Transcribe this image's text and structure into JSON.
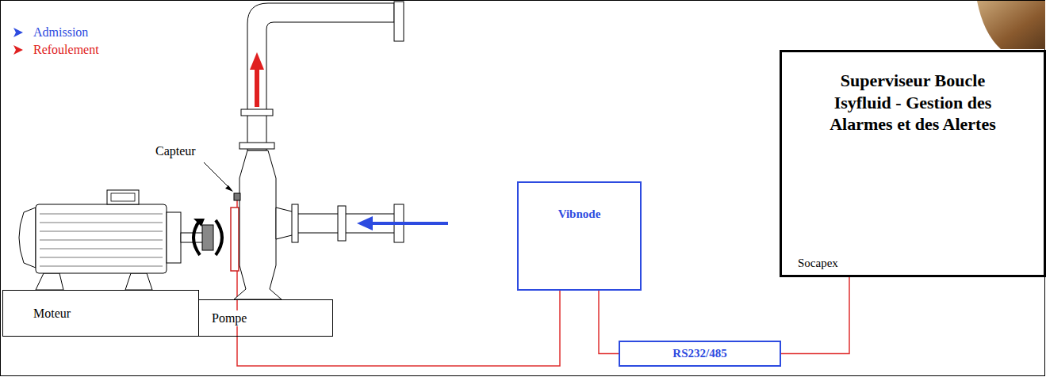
{
  "diagram": {
    "nodes": [
      {
        "text": [
          "Moteur"
        ]
      },
      {
        "text": [
          "Pompe"
        ]
      },
      {
        "text": [
          "Vibnode"
        ]
      },
      {
        "text": [
          "RS232/485"
        ]
      },
      {
        "text": [
          "Superviseur Boucle Isyfluid - Gestion des Alarmes et des Alertes",
          "Socapex"
        ]
      }
    ],
    "edges": [
      {
        "from": 2,
        "to": 3,
        "arrow": "none"
      },
      {
        "from": 3,
        "to": 4,
        "arrow": "none"
      }
    ],
    "labels": [
      "Capteur"
    ],
    "legend": [
      {
        "text": "Admission",
        "color": "#2d4be0"
      },
      {
        "text": "Refoulement",
        "color": "#e02020"
      }
    ]
  }
}
